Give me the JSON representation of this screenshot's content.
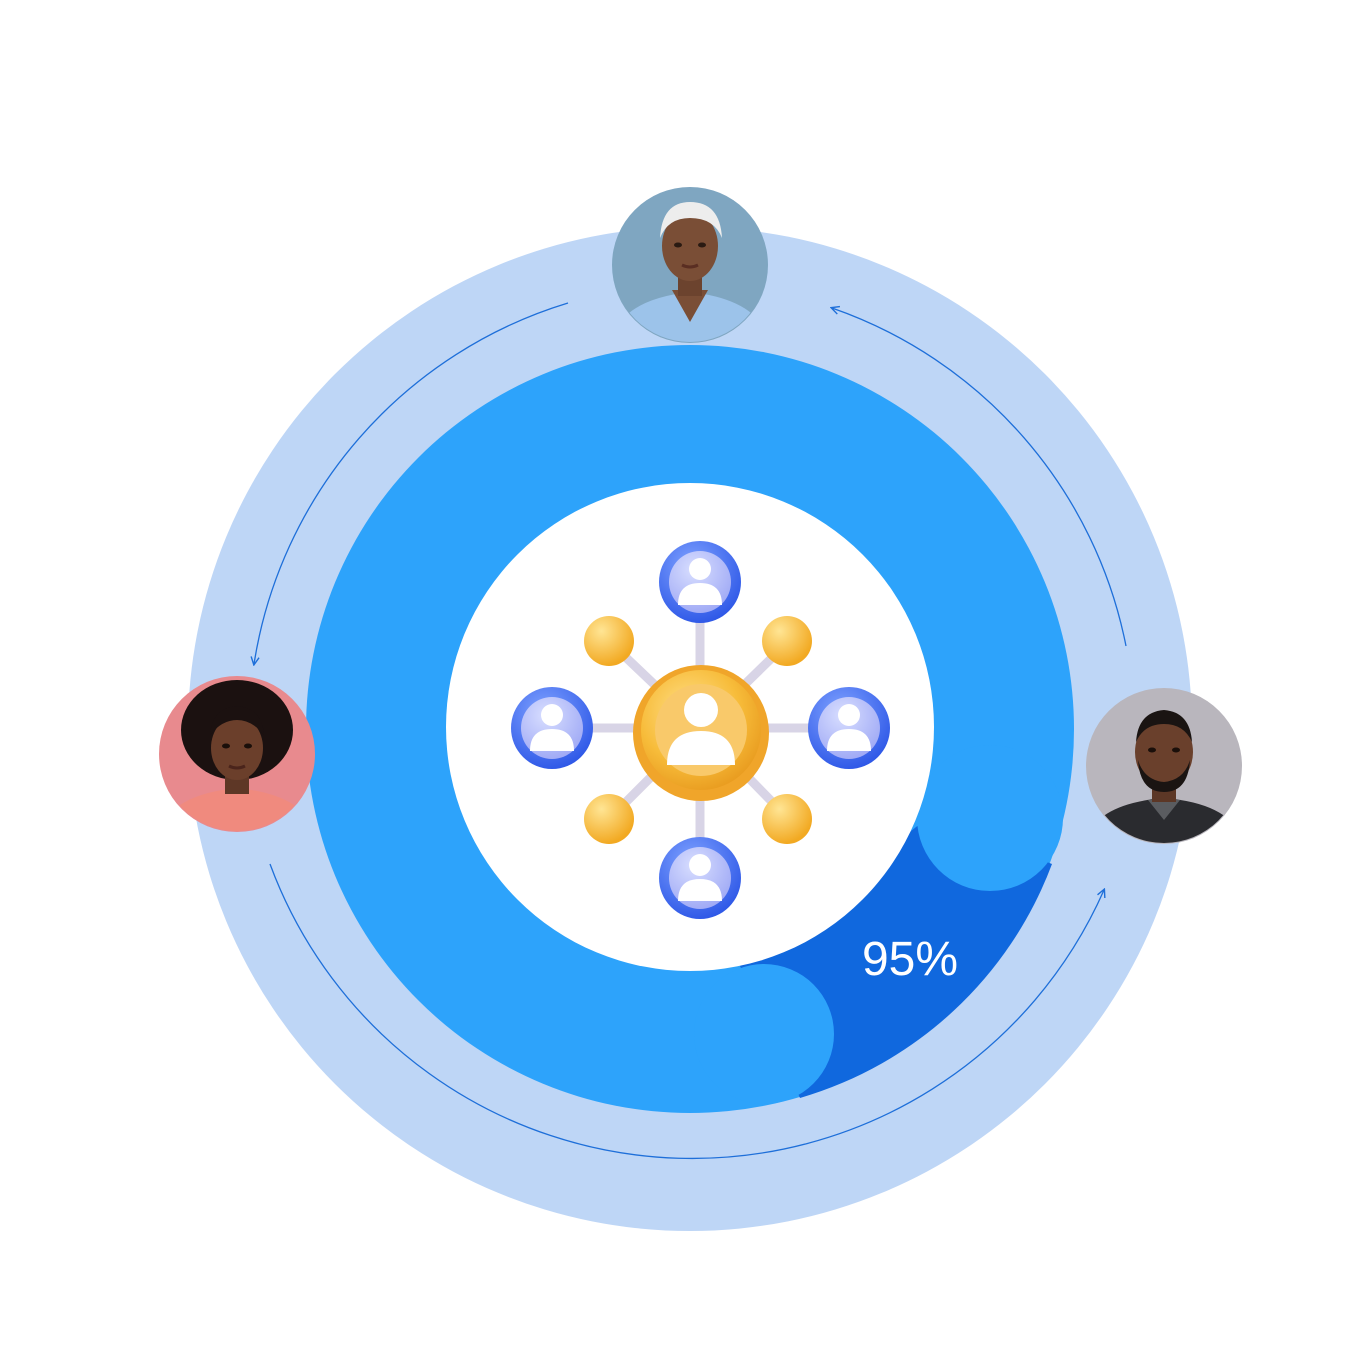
{
  "colors": {
    "outer_ring": "#BED6F6",
    "donut": "#2DA3FB",
    "donut_highlight": "#1068DE",
    "center": "#FFFFFF",
    "arrow": "#1E6FD9",
    "hub_gold": "#F6B93B",
    "node_blue": "#3E6BF0"
  },
  "metric": {
    "value": 95,
    "label": "95%"
  },
  "people": [
    {
      "position": "top",
      "bg": "#7FA6C1",
      "skin": "#7A4E36",
      "hair": "#EDEDED",
      "shirt": "#9CC3EA"
    },
    {
      "position": "left",
      "bg": "#E88A8E",
      "skin": "#6B3F2B",
      "hair": "#1B1110",
      "shirt": "#F08A7E"
    },
    {
      "position": "right",
      "bg": "#B9B6BD",
      "skin": "#6A402C",
      "hair": "#1A1412",
      "shirt": "#2A2B2F"
    }
  ],
  "network_icon": {
    "hub": "user-icon",
    "nodes": [
      "user-icon",
      "user-icon",
      "user-icon",
      "user-icon"
    ],
    "dots": 4
  }
}
